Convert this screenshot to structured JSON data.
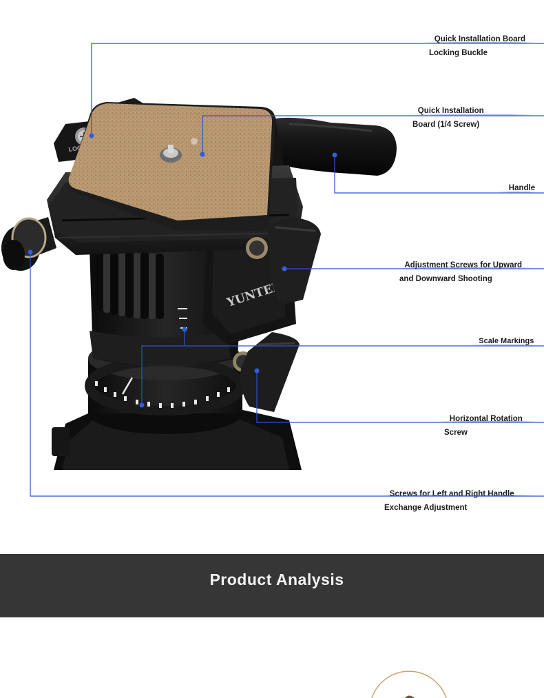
{
  "labels": {
    "locking_buckle": {
      "line1": "Quick Installation Board",
      "line2": "Locking Buckle"
    },
    "quick_board": {
      "line1": "Quick Installation",
      "line2": "Board (1/4 Screw)"
    },
    "handle": {
      "line1": "Handle"
    },
    "tilt_screws": {
      "line1": "Adjustment Screws for Upward",
      "line2": "and Downward Shooting"
    },
    "scale": {
      "line1": "Scale Markings"
    },
    "rotation": {
      "line1": "Horizontal Rotation",
      "line2": "Screw"
    },
    "handle_exchange": {
      "line1": "Screws for Left and Right Handle",
      "line2": "Exchange Adjustment"
    }
  },
  "section": {
    "title": "Product Analysis"
  },
  "brand": {
    "engraving": "YUNTENG",
    "lock_text": "LOCK"
  },
  "colors": {
    "callout_line": "#2a52d9",
    "dot": "#2d5fe0",
    "band": "#363636",
    "plate": "#b99872"
  }
}
